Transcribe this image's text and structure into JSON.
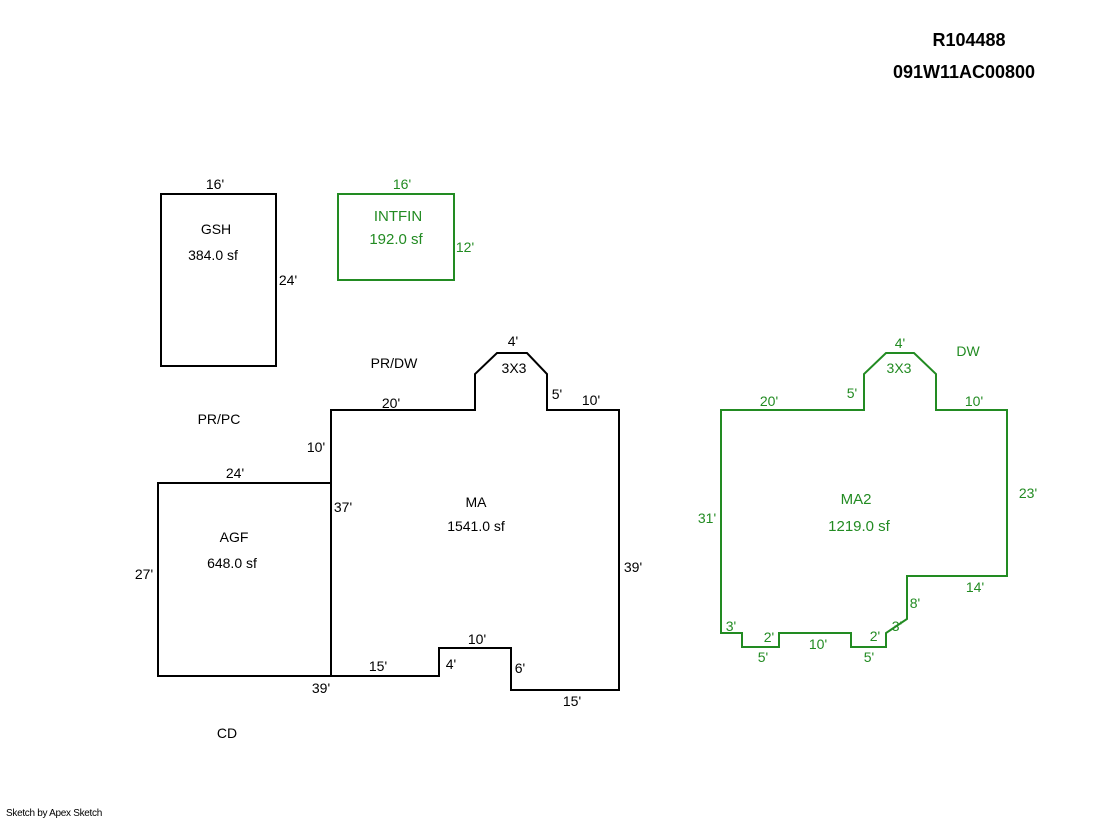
{
  "header": {
    "record_id": "R104488",
    "parcel_id": "091W11AC00800"
  },
  "footer": {
    "credit": "Sketch by Apex Sketch"
  },
  "colors": {
    "black": "#000000",
    "green": "#228B22"
  },
  "areas": {
    "gsh": {
      "code": "GSH",
      "area": "384.0 sf",
      "dims": {
        "top": "16'",
        "right": "24'"
      }
    },
    "intfin": {
      "code": "INTFIN",
      "area": "192.0 sf",
      "dims": {
        "top": "16'",
        "right": "12'"
      }
    },
    "agf": {
      "code": "AGF",
      "area": "648.0 sf",
      "dims": {
        "top": "24'",
        "left": "27'",
        "bottom": "39'"
      }
    },
    "ma": {
      "code": "MA",
      "area": "1541.0 sf",
      "dims": {
        "top_left": "20'",
        "bay_top": "4'",
        "bay": "3X3",
        "bay_right": "5'",
        "top_right": "10'",
        "left_upper": "10'",
        "left_lower": "37'",
        "right": "39'",
        "bottom_left": "15'",
        "notch_left": "4'",
        "notch_top": "10'",
        "notch_right": "6'",
        "bottom_right": "15'"
      }
    },
    "ma2": {
      "code": "MA2",
      "area": "1219.0 sf",
      "dims": {
        "top_left": "20'",
        "bay_left": "5'",
        "bay_top": "4'",
        "bay": "3X3",
        "top_right": "10'",
        "right": "23'",
        "step_bottom": "14'",
        "step_diag": "8'",
        "left": "31'",
        "step_l1": "3'",
        "step_l2": "2'",
        "step_l3": "5'",
        "bottom_mid": "10'",
        "step_r1": "2'",
        "step_r2": "3'",
        "step_r3": "5'"
      }
    }
  },
  "labels": {
    "pr_dw": "PR/DW",
    "pr_pc": "PR/PC",
    "cd": "CD",
    "dw": "DW"
  }
}
